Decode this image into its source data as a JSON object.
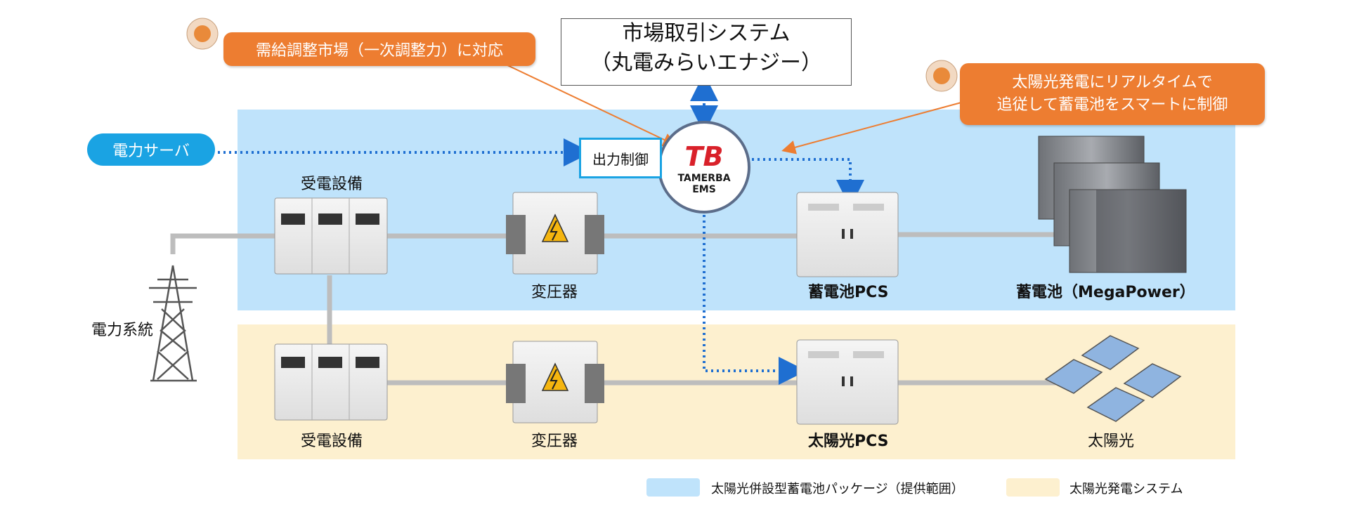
{
  "callouts": {
    "market": "需給調整市場（一次調整力）に対応",
    "solar_line1": "太陽光発電にリアルタイムで",
    "solar_line2": "追従して蓄電池をスマートに制御"
  },
  "market_system": {
    "line1": "市場取引システム",
    "line2": "（丸電みらいエナジー）"
  },
  "power_server": "電力サーバ",
  "output_control": "出力制御",
  "ems": {
    "brand": "TAMERBA",
    "sub": "EMS",
    "logo": "TB"
  },
  "grid": {
    "label": "電力系統"
  },
  "top_row": {
    "receiving": "受電設備",
    "transformer": "変圧器",
    "battery_pcs": "蓄電池PCS",
    "battery": "蓄電池（MegaPower）"
  },
  "bottom_row": {
    "receiving": "受電設備",
    "transformer": "変圧器",
    "solar_pcs": "太陽光PCS",
    "solar": "太陽光"
  },
  "legend": [
    {
      "label": "太陽光併設型蓄電池パッケージ（提供範囲）",
      "color": "#bfe3fb"
    },
    {
      "label": "太陽光発電システム",
      "color": "#fdf0cf"
    }
  ],
  "colors": {
    "blue_region": "#bfe3fb",
    "yellow_region": "#fdf0cf",
    "accent_orange": "#ed7d31",
    "accent_blue": "#1aa3e3",
    "dotted_line": "#1f6fd1"
  }
}
